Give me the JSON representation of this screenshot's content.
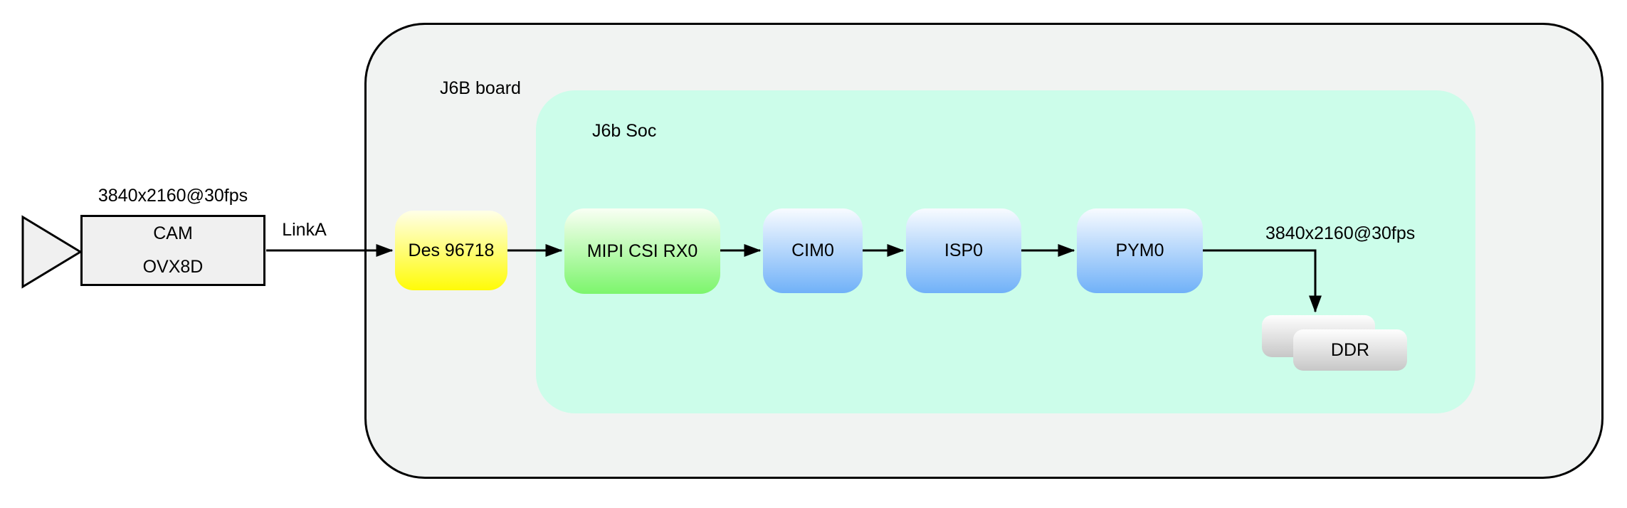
{
  "camera": {
    "resolution_label": "3840x2160@30fps",
    "name": "CAM",
    "sensor": "OVX8D"
  },
  "link": {
    "label": "LinkA"
  },
  "board": {
    "label": "J6B board"
  },
  "soc": {
    "label": "J6b Soc"
  },
  "nodes": [
    {
      "id": "des",
      "label": "Des 96718"
    },
    {
      "id": "mipi-csi-rx0",
      "label": "MIPI CSI RX0"
    },
    {
      "id": "cim0",
      "label": "CIM0"
    },
    {
      "id": "isp0",
      "label": "ISP0"
    },
    {
      "id": "pym0",
      "label": "PYM0"
    }
  ],
  "output": {
    "resolution_label": "3840x2160@30fps"
  },
  "memory": {
    "label": "DDR"
  },
  "colors": {
    "board_fill": "#f1f3f2",
    "board_border": "#000000",
    "soc_fill": "#ccfdea",
    "cam_fill": "#f0f0f0",
    "yellow_top": "#ffffe8",
    "yellow_bottom": "#fffb07",
    "green_top": "#f9fff4",
    "green_bottom": "#7cf56c",
    "blue_top": "#f8fbff",
    "blue_bottom": "#70b1f8",
    "gray_top": "#fefefe",
    "gray_bottom": "#c7c7c7",
    "line": "#000000"
  }
}
